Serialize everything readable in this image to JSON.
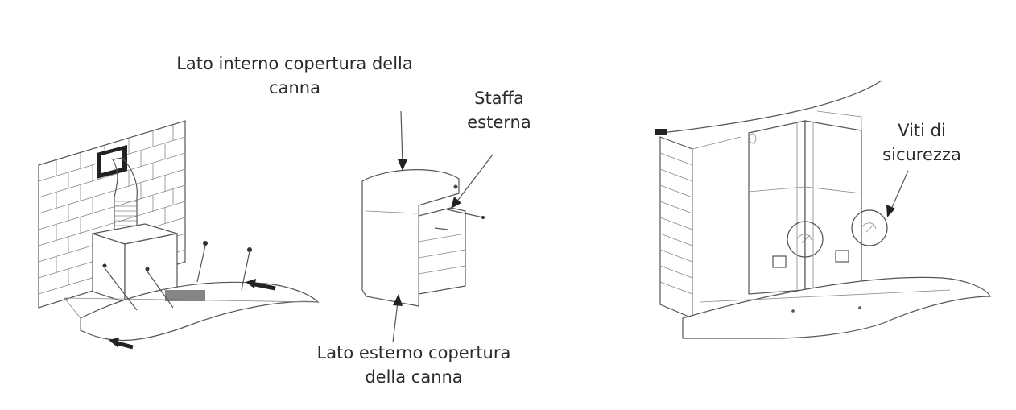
{
  "labels": {
    "inner_cover": "Lato interno copertura della\ncanna",
    "outer_bracket": "Staffa\nesterna",
    "outer_cover": "Lato esterno copertura\ndella canna",
    "safety_screws": "Viti di\nsicurezza"
  },
  "colors": {
    "line": "#555555",
    "text": "#2b2b2b",
    "background": "#ffffff"
  }
}
